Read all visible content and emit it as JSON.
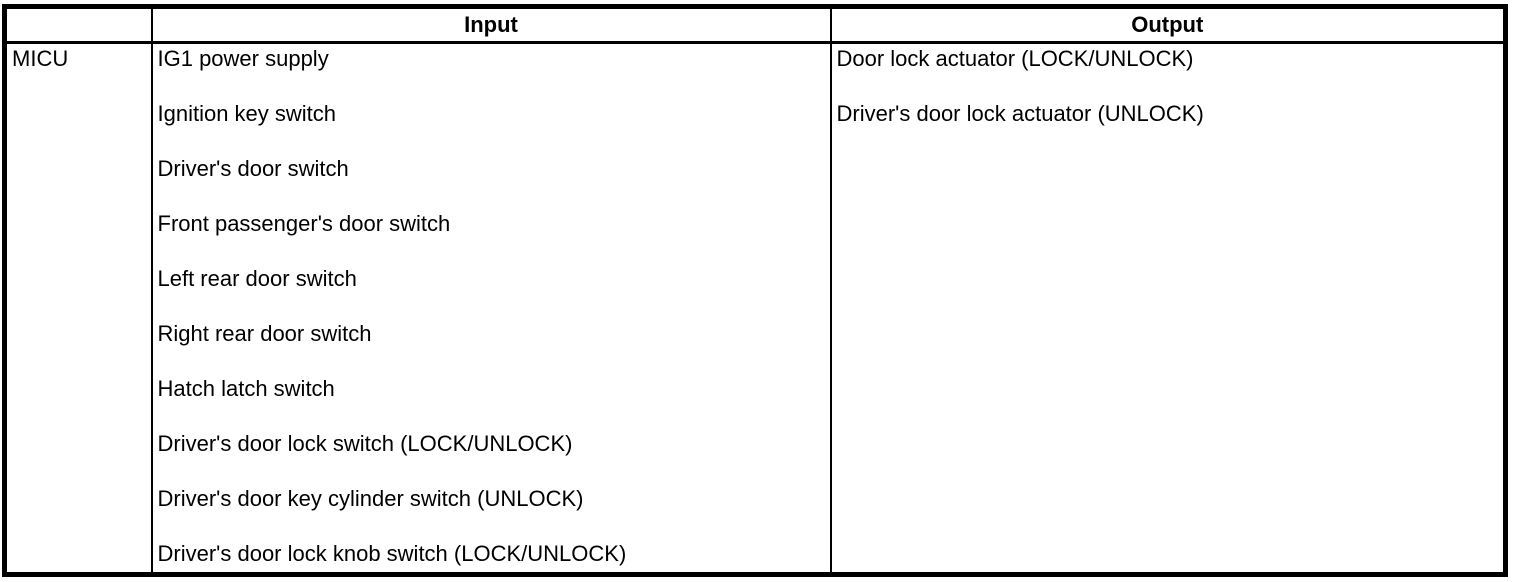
{
  "page": {
    "background_color": "#ffffff",
    "text_color": "#000000",
    "border_color": "#000000"
  },
  "table": {
    "header": {
      "component": "",
      "input": "Input",
      "output": "Output"
    },
    "row": {
      "component": "MICU",
      "inputs": [
        "IG1 power supply",
        "Ignition key switch",
        "Driver's door switch",
        "Front passenger's door switch",
        "Left rear door switch",
        "Right rear door switch",
        "Hatch latch switch",
        "Driver's door lock switch (LOCK/UNLOCK)",
        "Driver's door key cylinder switch (UNLOCK)",
        "Driver's door lock knob switch (LOCK/UNLOCK)"
      ],
      "outputs": [
        "Door lock actuator (LOCK/UNLOCK)",
        "Driver's door lock actuator (UNLOCK)"
      ]
    }
  }
}
